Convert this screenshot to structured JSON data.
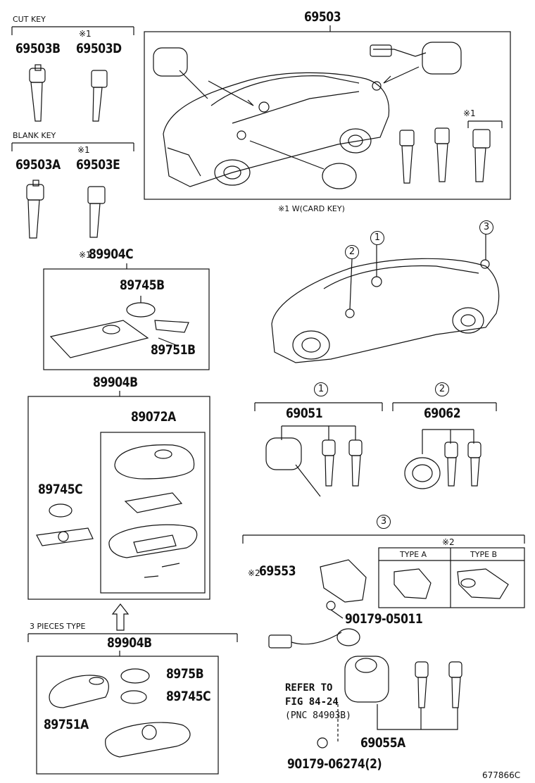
{
  "labels": {
    "cut_key": "CUT KEY",
    "blank_key": "BLANK KEY",
    "n1": "※1",
    "n2": "※2",
    "p69503": "69503",
    "p69503B": "69503B",
    "p69503D": "69503D",
    "p69503A": "69503A",
    "p69503E": "69503E",
    "card_key_note": "※1 W(CARD KEY)",
    "p89904C": "89904C",
    "p89745B": "89745B",
    "p89751B": "89751B",
    "p89904B": "89904B",
    "p89072A": "89072A",
    "p89745C": "89745C",
    "three_pieces": "3 PIECES TYPE",
    "p89904B_2": "89904B",
    "p8975B": "8975B",
    "p89745C_2": "89745C",
    "p89751A": "89751A",
    "c1": "1",
    "c2": "2",
    "c3": "3",
    "p69051": "69051",
    "p69062": "69062",
    "p69553": "69553",
    "type_a": "TYPE A",
    "type_b": "TYPE B",
    "p90179_05011": "90179-05011",
    "refer_1": "REFER TO",
    "refer_2": "FIG 84-24",
    "refer_3": "(PNC 84903B)",
    "p69055A": "69055A",
    "p90179_06274": "90179-06274(2)",
    "fig_id": "677866C"
  }
}
